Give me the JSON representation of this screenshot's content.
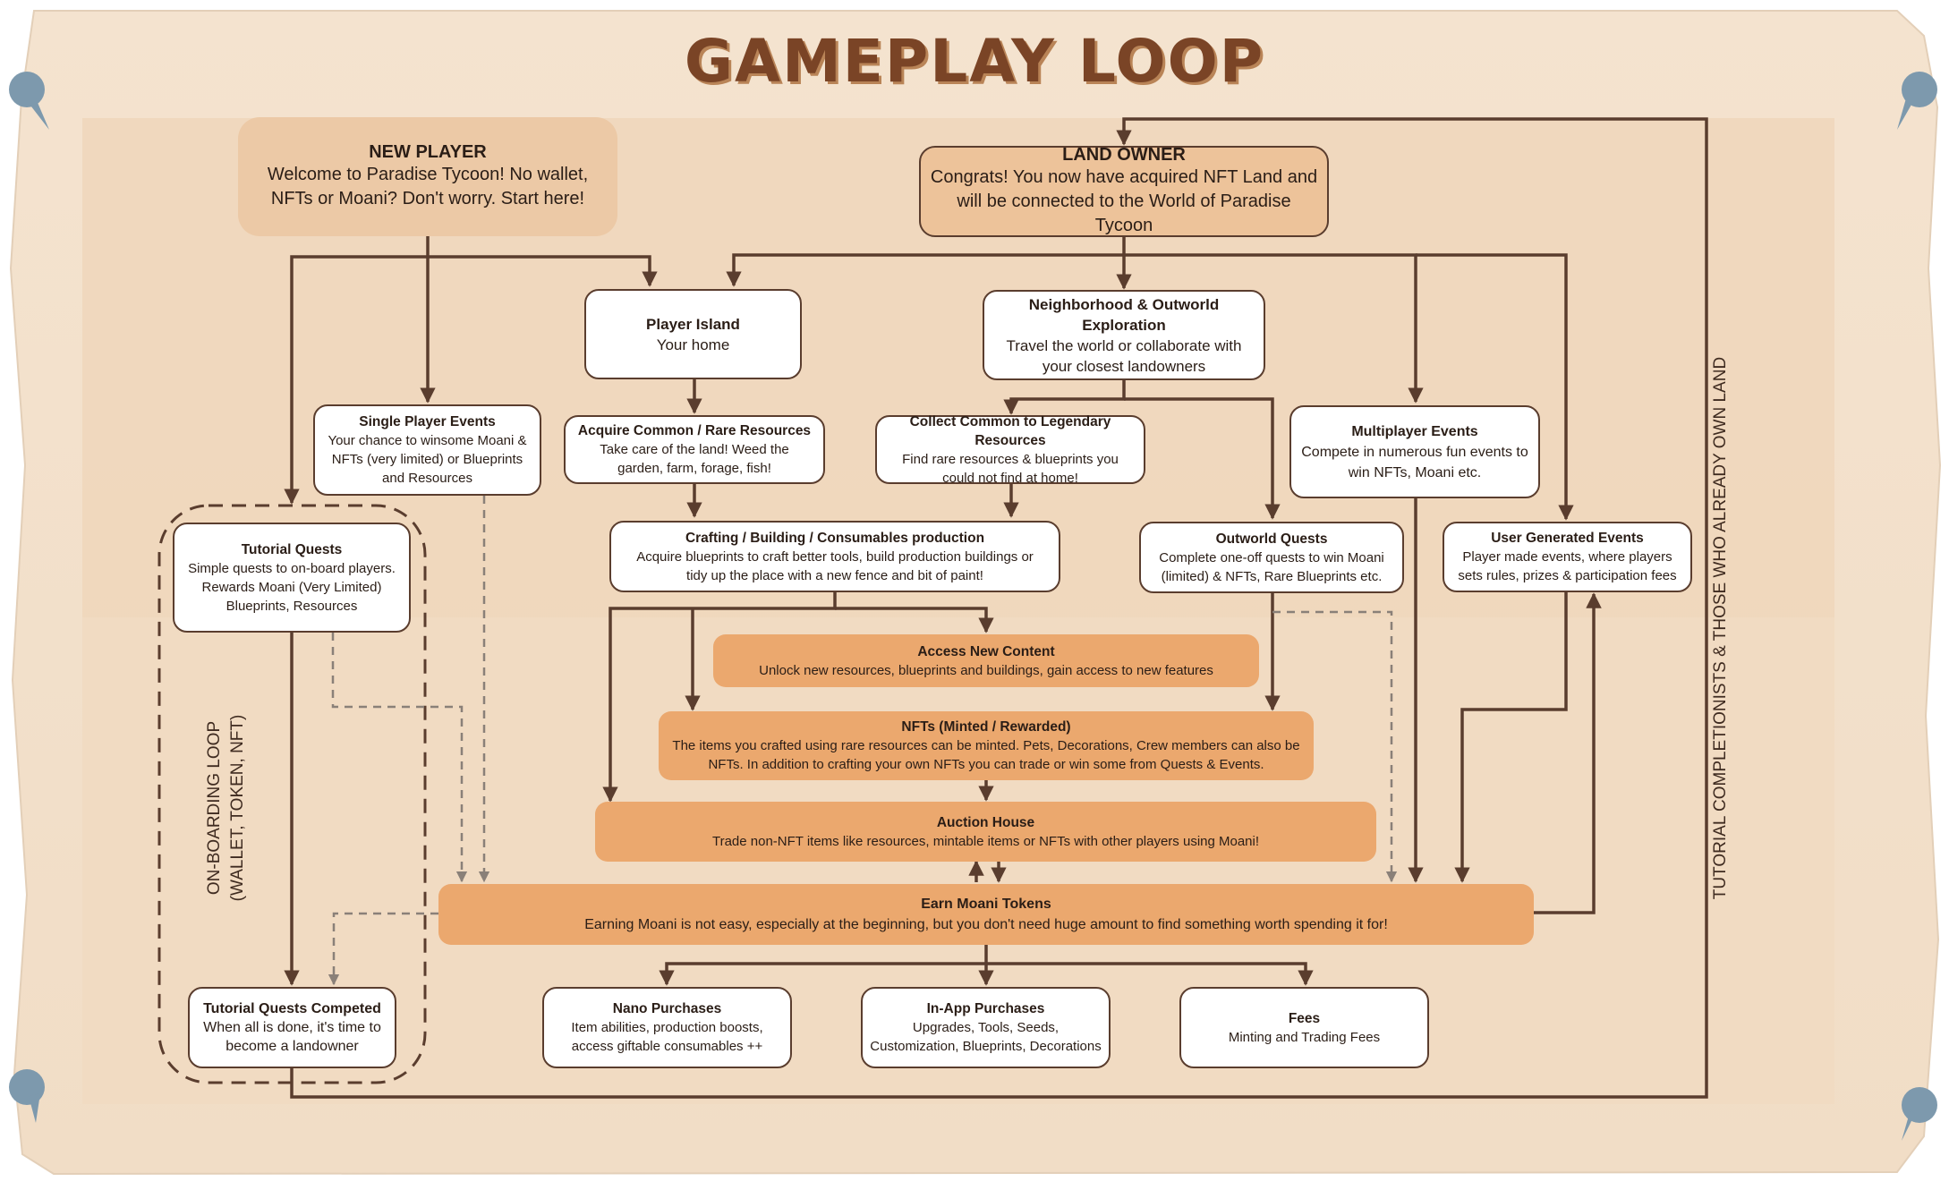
{
  "title": "GAMEPLAY LOOP",
  "colors": {
    "paper": "#f2e1cc",
    "panel": "#efd8be",
    "line": "#5a3d2e",
    "orange_box": "#eba86e",
    "new_player_box": "#ecc9a6",
    "land_owner_box": "#edc39a",
    "pin": "#7d99ad",
    "title": "#7a4426"
  },
  "nodes": {
    "new_player": {
      "title": "NEW PLAYER",
      "desc": "Welcome to Paradise Tycoon! No wallet, NFTs or Moani? Don't worry. Start here!"
    },
    "land_owner": {
      "title": "LAND OWNER",
      "desc": "Congrats! You now have acquired NFT Land and will be connected to the World of Paradise Tycoon"
    },
    "player_island": {
      "title": "Player Island",
      "desc": "Your home"
    },
    "neighborhood": {
      "title": "Neighborhood & Outworld Exploration",
      "desc": "Travel the world or collaborate with your closest landowners"
    },
    "single_player_events": {
      "title": "Single Player Events",
      "desc": "Your chance to winsome Moani & NFTs (very limited) or Blueprints and Resources"
    },
    "acquire_resources": {
      "title": "Acquire Common / Rare Resources",
      "desc": "Take care of the land! Weed the garden, farm, forage, fish!"
    },
    "collect_resources": {
      "title": "Collect Common to Legendary Resources",
      "desc": "Find rare resources & blueprints you could not find at home!"
    },
    "multiplayer_events": {
      "title": "Multiplayer Events",
      "desc": "Compete in numerous fun events to win NFTs, Moani etc."
    },
    "tutorial_quests": {
      "title": "Tutorial Quests",
      "desc": "Simple quests to on-board players. Rewards Moani (Very Limited) Blueprints, Resources"
    },
    "crafting": {
      "title": "Crafting / Building / Consumables production",
      "desc": "Acquire blueprints to craft better tools, build production buildings or tidy up the place with a new fence and bit of paint!"
    },
    "outworld_quests": {
      "title": "Outworld Quests",
      "desc": "Complete one-off quests to win Moani (limited) & NFTs, Rare Blueprints etc."
    },
    "user_events": {
      "title": "User Generated Events",
      "desc": "Player made events, where players sets rules, prizes & participation fees"
    },
    "access_content": {
      "title": "Access New Content",
      "desc": "Unlock new resources, blueprints and buildings, gain access to new features"
    },
    "nfts": {
      "title": "NFTs (Minted / Rewarded)",
      "desc": "The items you crafted using rare resources can be minted. Pets, Decorations, Crew members can also be NFTs. In addition to crafting your own NFTs you can trade or win some from Quests & Events."
    },
    "auction_house": {
      "title": "Auction House",
      "desc": "Trade non-NFT items like resources, mintable items or NFTs with other players using Moani!"
    },
    "earn_moani": {
      "title": "Earn Moani Tokens",
      "desc": "Earning Moani is not easy, especially at the beginning, but you don't need huge amount to find something worth spending it for!"
    },
    "tutorial_completed": {
      "title": "Tutorial Quests Competed",
      "desc": "When all is done, it's time to become a landowner"
    },
    "nano_purchases": {
      "title": "Nano Purchases",
      "desc": "Item abilities, production boosts, access giftable consumables ++"
    },
    "in_app_purchases": {
      "title": "In-App Purchases",
      "desc": "Upgrades, Tools, Seeds, Customization, Blueprints, Decorations"
    },
    "fees": {
      "title": "Fees",
      "desc": "Minting and Trading Fees"
    }
  },
  "side_labels": {
    "onboarding_line1": "ON-BOARDING LOOP",
    "onboarding_line2": "(WALLET, TOKEN, NFT)",
    "right_label": "TUTORIAL COMPLETIONISTS & THOSE WHO ALREADY OWN LAND"
  }
}
